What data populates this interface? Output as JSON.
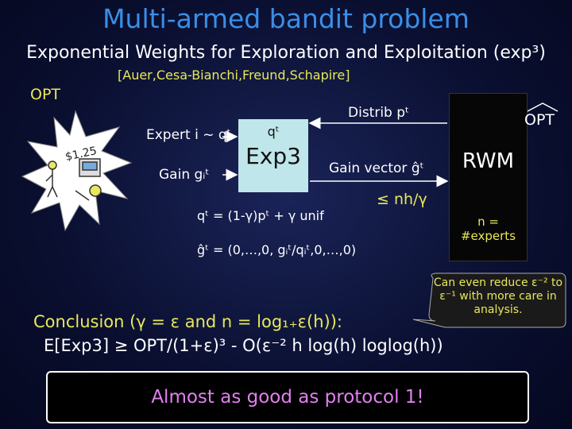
{
  "title": "Multi-armed bandit problem",
  "subtitle": "Exponential Weights for Exploration and Exploitation (exp³)",
  "citation": "[Auer,Cesa-Bianchi,Freund,Schapire]",
  "opt_left": "OPT",
  "price": "$1.25",
  "expert_label": "Expert i ~ qᵗ",
  "gain_label": "Gain gᵢᵗ",
  "exp3": {
    "q_label": "qᵗ",
    "name": "Exp3"
  },
  "distrib_label": "Distrib pᵗ",
  "gain_vector_label": "Gain vector ĝᵗ",
  "rwm": {
    "name": "RWM",
    "n_line1": "n =",
    "n_line2": "#experts"
  },
  "opt_hat": "OPT",
  "bound": "≤ nh/γ",
  "formula_q": "qᵗ = (1-γ)pᵗ + γ unif",
  "formula_g": "ĝᵗ = (0,…,0, gᵢᵗ/qᵢᵗ,0,…,0)",
  "conclusion_1": "Conclusion (γ = ε and n = log₁₊ε(h)):",
  "conclusion_2": "E[Exp3] ≥ OPT/(1+ε)³ - O(ε⁻² h log(h) loglog(h))",
  "callout": "Can even reduce ε⁻² to ε⁻¹ with more care in analysis.",
  "banner": "Almost as good as protocol 1!",
  "colors": {
    "title": "#3a8ee6",
    "highlight": "#e8e85a",
    "exp3_box": "#bfe6ea",
    "banner_text": "#e080ee"
  }
}
